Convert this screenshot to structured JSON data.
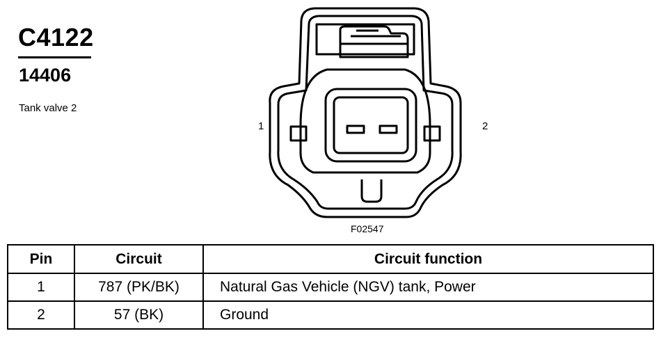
{
  "header": {
    "connector_id": "C4122",
    "part_number": "14406",
    "description": "Tank valve 2"
  },
  "diagram": {
    "pin_labels": [
      "1",
      "2"
    ],
    "figure_id": "F02547"
  },
  "table": {
    "headers": [
      "Pin",
      "Circuit",
      "Circuit function"
    ],
    "rows": [
      {
        "pin": "1",
        "circuit": "787 (PK/BK)",
        "function": "Natural Gas Vehicle (NGV) tank, Power"
      },
      {
        "pin": "2",
        "circuit": "57 (BK)",
        "function": "Ground"
      }
    ]
  }
}
